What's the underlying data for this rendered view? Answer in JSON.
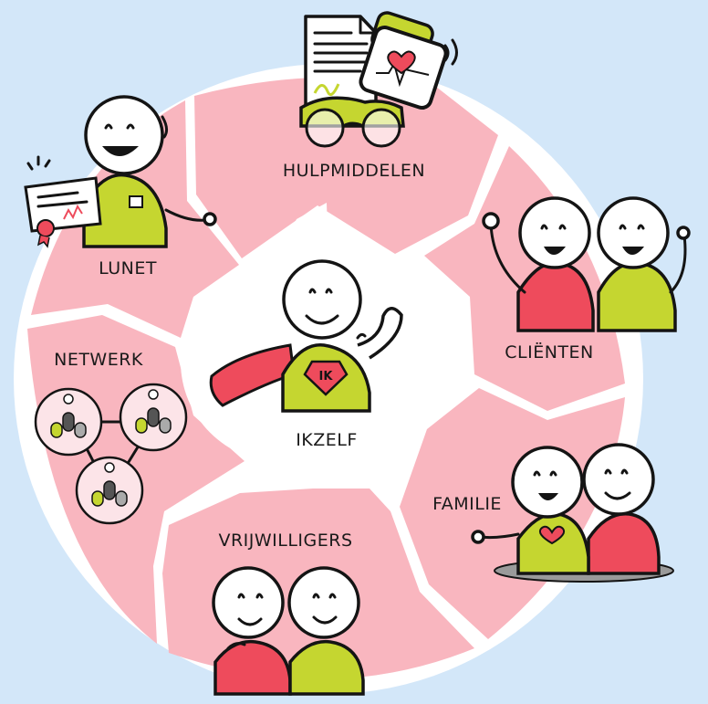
{
  "center": {
    "label": "IKZELF",
    "badge": "IK"
  },
  "segments": [
    {
      "id": "hulpmiddelen",
      "label": "HULPMIDDELEN"
    },
    {
      "id": "clienten",
      "label": "CLIËNTEN"
    },
    {
      "id": "familie",
      "label": "FAMILIE"
    },
    {
      "id": "vrijwilligers",
      "label": "VRIJWILLIGERS"
    },
    {
      "id": "netwerk",
      "label": "NETWERK"
    },
    {
      "id": "lunet",
      "label": "LUNET"
    }
  ],
  "colors": {
    "background": "#d3e7f9",
    "segment": "#f9b6bf",
    "ring": "#ffffff",
    "lime": "#c5d630",
    "red": "#ee4b5c",
    "ink": "#141414"
  },
  "icons": [
    "document-icon",
    "smartwatch-icon",
    "glasses-icon",
    "certificate-icon",
    "heart-icon",
    "network-icon"
  ]
}
